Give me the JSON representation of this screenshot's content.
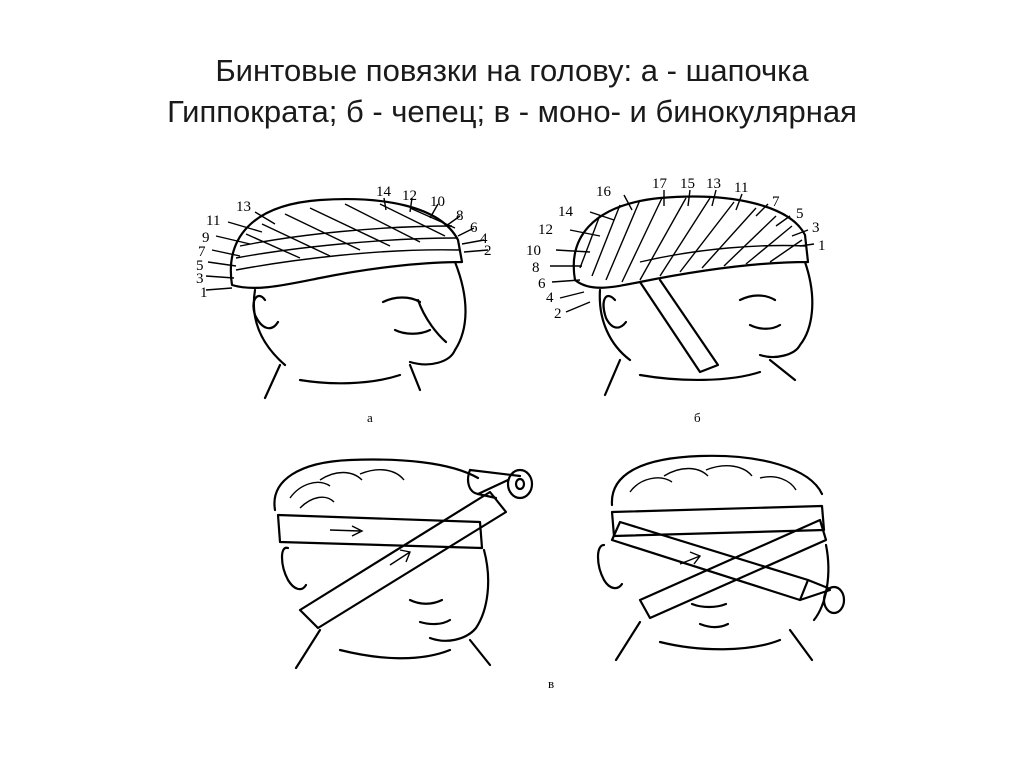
{
  "title": {
    "line1": "Бинтовые повязки на голову: а - шапочка",
    "line2": "Гиппократа; б - чепец; в - моно- и бинокулярная"
  },
  "figure_a": {
    "caption": "а",
    "right_numbers": [
      "14",
      "12",
      "10",
      "8",
      "6",
      "4",
      "2"
    ],
    "left_numbers": [
      "13",
      "11",
      "9",
      "7",
      "5",
      "3",
      "1"
    ]
  },
  "figure_b": {
    "caption": "б",
    "top_numbers": [
      "16",
      "17",
      "15",
      "13",
      "11",
      "7",
      "5",
      "3",
      "1"
    ],
    "left_numbers": [
      "14",
      "12",
      "10",
      "8",
      "6",
      "4",
      "2"
    ]
  },
  "figure_c": {
    "caption": "в"
  }
}
